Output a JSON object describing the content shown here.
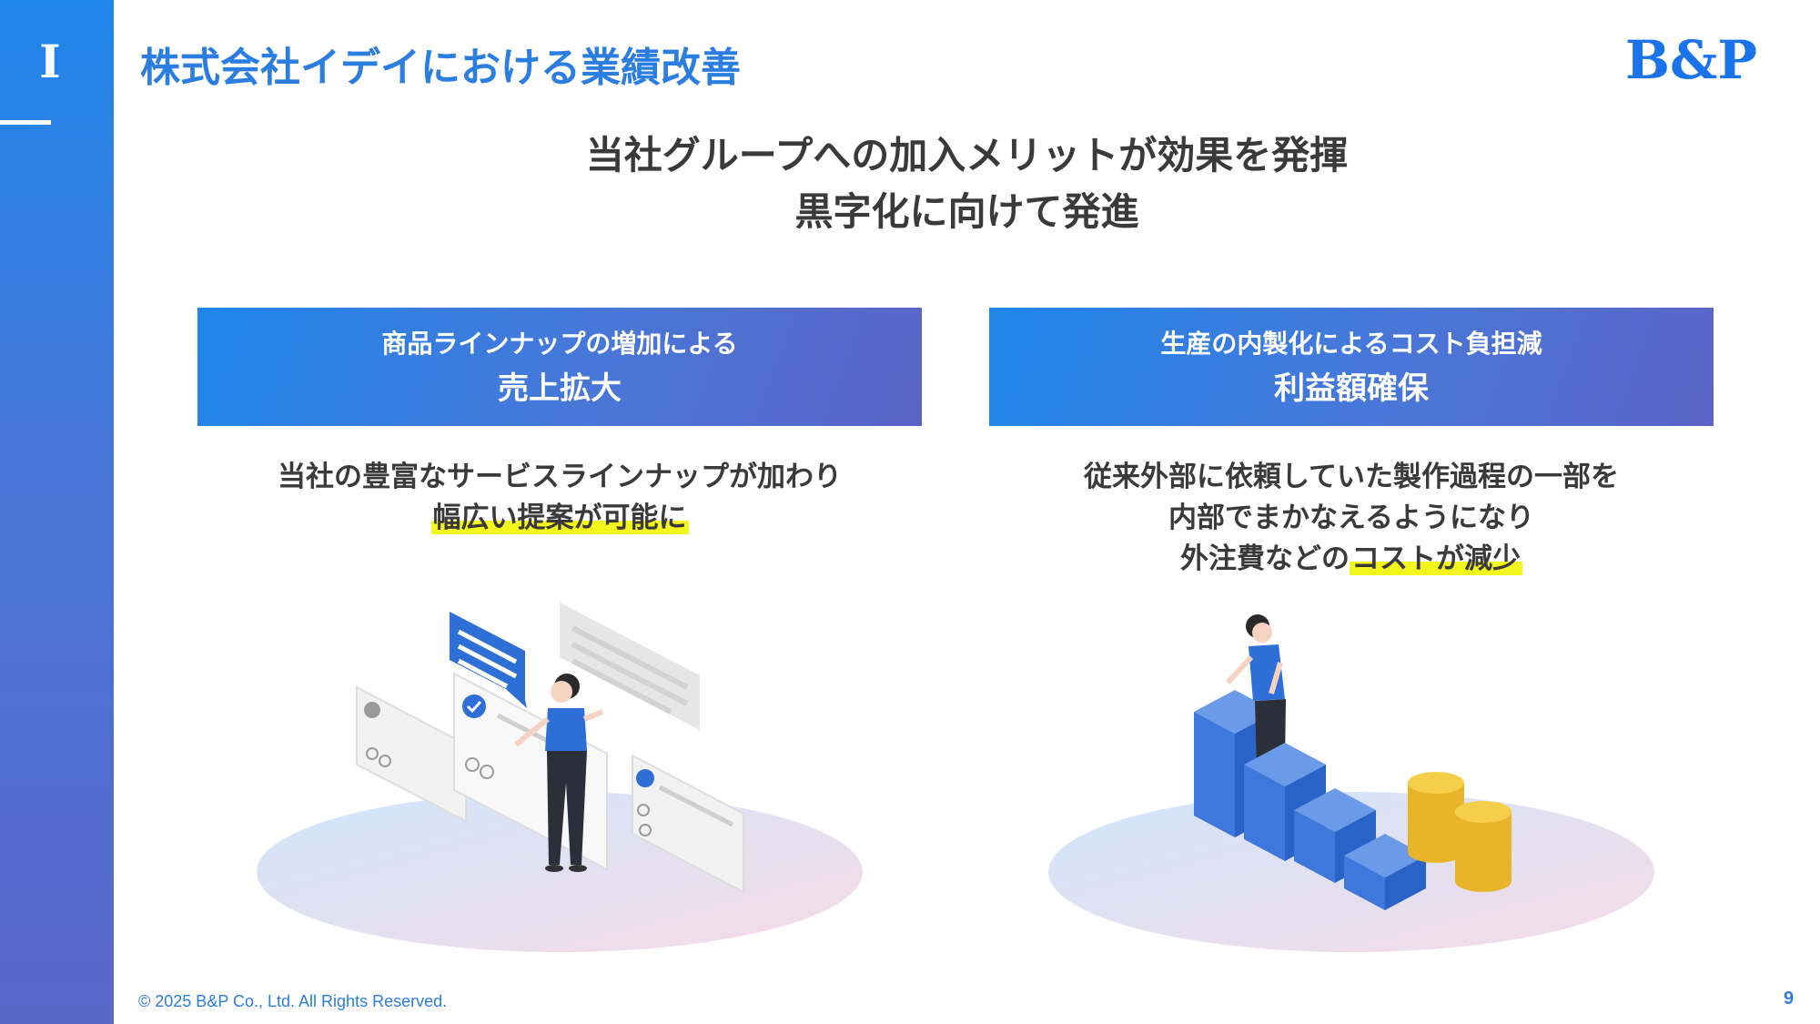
{
  "section": {
    "roman": "I"
  },
  "title": "株式会社イデイにおける業績改善",
  "logo": {
    "text": "B&P",
    "color": "#1a73e8"
  },
  "headline": {
    "line1": "当社グループへの加入メリットが効果を発揮",
    "line2": "黒字化に向けて発進"
  },
  "cards": {
    "left": {
      "sub": "商品ラインナップの増加による",
      "main": "売上拡大",
      "desc_line1": "当社の豊富なサービスラインナップが加わり",
      "desc_line2_highlight": "幅広い提案が可能に",
      "illustration_icon": "presentation-woman-illustration"
    },
    "right": {
      "sub": "生産の内製化によるコスト負担減",
      "main": "利益額確保",
      "desc_line1": "従来外部に依頼していた製作過程の一部を",
      "desc_line2": "内部でまかなえるようになり",
      "desc_line3_plain": "外注費などの",
      "desc_line3_highlight": "コストが減少",
      "illustration_icon": "stacked-blocks-coins-illustration"
    }
  },
  "colors": {
    "accent": "#2b7de0",
    "highlight": "#f3f61c",
    "gradient_start": "#1f86ea",
    "gradient_end": "#5b64c6"
  },
  "footer": {
    "copyright": "© 2025 B&P Co., Ltd. All Rights Reserved.",
    "page": "9"
  }
}
